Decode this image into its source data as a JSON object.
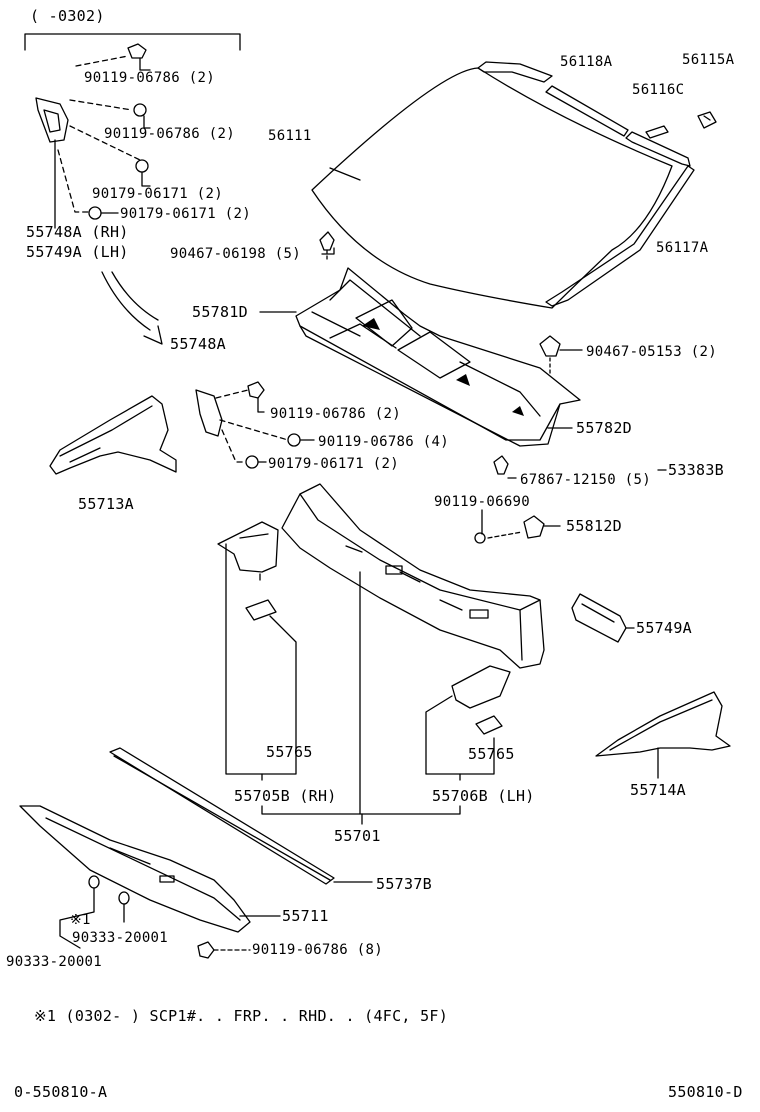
{
  "header_range": "(      -0302)",
  "labels": {
    "p56118A": "56118A",
    "p56115A": "56115A",
    "p56116C": "56116C",
    "p56111": "56111",
    "p56117A": "56117A",
    "f90119_06786_a": "90119-06786 (2)",
    "f90119_06786_b": "90119-06786 (2)",
    "f90179_06171_a": "90179-06171 (2)",
    "f90179_06171_b": "90179-06171 (2)",
    "p55748A_RH": "55748A (RH)",
    "p55749A_LH": "55749A (LH)",
    "f90467_06198": "90467-06198 (5)",
    "p55781D": "55781D",
    "p55748A": "55748A",
    "f90467_05153": "90467-05153 (2)",
    "f90119_06786_c": "90119-06786 (2)",
    "f90119_06786_d": "90119-06786 (4)",
    "f90179_06171_c": "90179-06171 (2)",
    "p55782D": "55782D",
    "f67867_12150": "67867-12150 (5)",
    "p53383B": "53383B",
    "p55713A": "55713A",
    "f90119_06690": "90119-06690",
    "p55812D": "55812D",
    "p55749A": "55749A",
    "p55765_rh": "55765",
    "p55765_lh": "55765",
    "p55705B": "55705B (RH)",
    "p55706B": "55706B (LH)",
    "p55714A": "55714A",
    "p55701": "55701",
    "p55737B": "55737B",
    "p55711": "55711",
    "note_mark": "※1",
    "f90333_20001_a": "90333-20001",
    "f90333_20001_b": "90333-20001",
    "f90119_06786_e": "90119-06786 (8)"
  },
  "footnote": "※1 (0302-      ) SCP1#. . FRP. . RHD. . (4FC, 5F)",
  "drawing_code_left": "0-550810-A",
  "drawing_code_right": "550810-D"
}
